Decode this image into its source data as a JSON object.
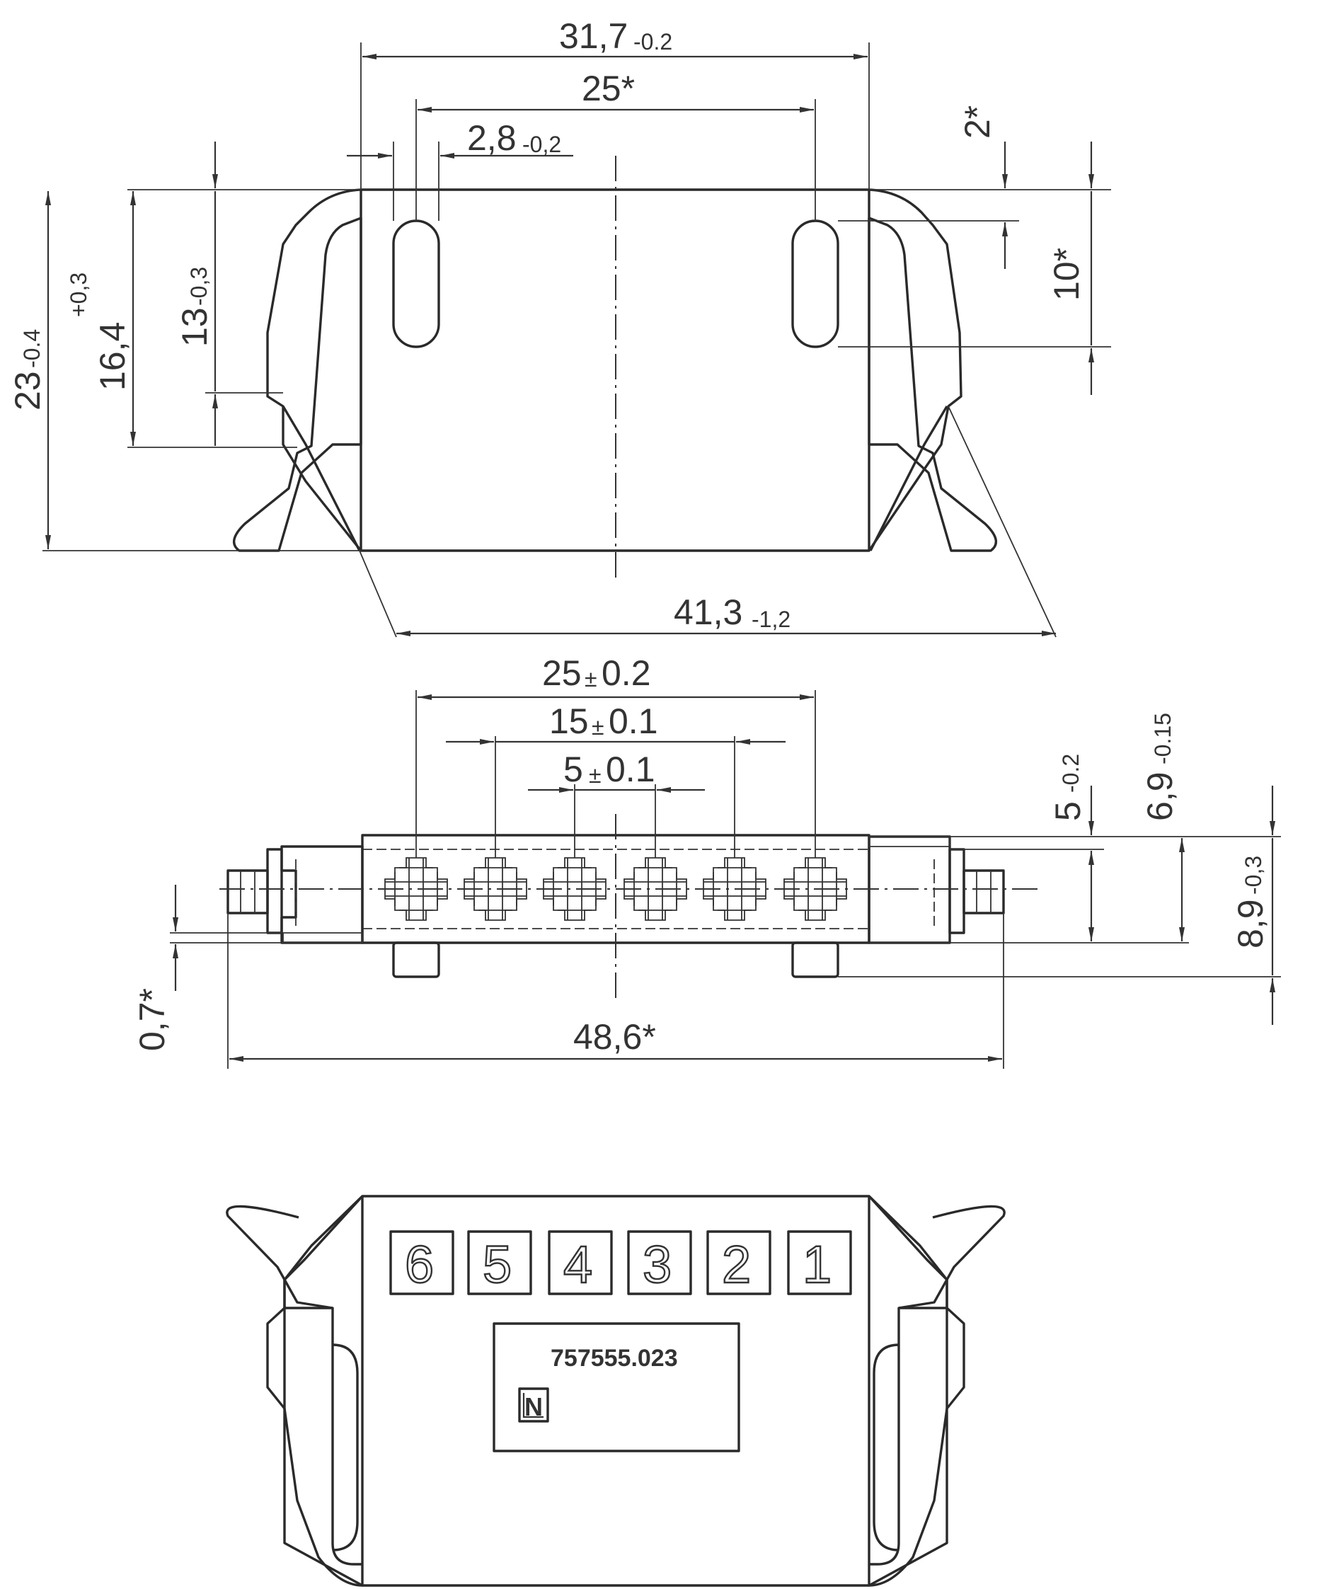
{
  "top_view": {
    "dims": {
      "width_31_7": {
        "main": "31,7",
        "tol": "-0.2"
      },
      "pitch_25_star": {
        "main": "25*",
        "tol": ""
      },
      "slot_2_8": {
        "main": "2,8",
        "tol": "-0,2"
      },
      "depth_2_star": {
        "main": "2*",
        "tol": ""
      },
      "slot_10_star": {
        "main": "10*",
        "tol": ""
      },
      "height_23": {
        "main": "23",
        "tol": "-0.4"
      },
      "height_16_4": {
        "main": "16,4",
        "tol": "+0,3"
      },
      "height_13": {
        "main": "13",
        "tol": "-0,3"
      },
      "span_41_3": {
        "main": "41,3",
        "tol": "-1,2"
      }
    }
  },
  "side_view": {
    "dims": {
      "pitch_25": {
        "main": "25",
        "pm": "±",
        "tol": "0.2"
      },
      "pitch_15": {
        "main": "15",
        "pm": "±",
        "tol": "0.1"
      },
      "pitch_5": {
        "main": "5",
        "pm": "±",
        "tol": "0.1"
      },
      "height_5": {
        "main": "5",
        "tol": "-0.2"
      },
      "height_6_9": {
        "main": "6,9",
        "tol": "-0.15"
      },
      "height_8_9": {
        "main": "8,9",
        "tol": "-0,3"
      },
      "gap_0_7_star": {
        "main": "0,7*",
        "tol": ""
      },
      "overall_48_6_star": {
        "main": "48,6*",
        "tol": ""
      }
    }
  },
  "bottom_view": {
    "pins": [
      "6",
      "5",
      "4",
      "3",
      "2",
      "1"
    ],
    "part_number": "757555.023",
    "maker_mark": "N"
  }
}
